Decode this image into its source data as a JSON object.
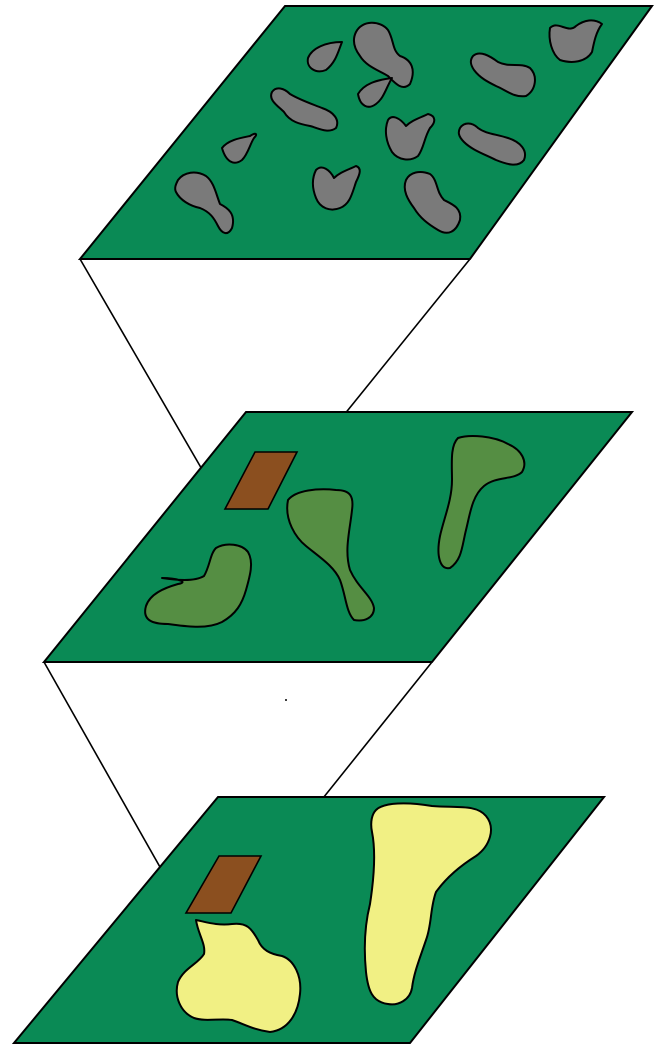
{
  "colors": {
    "plane": "#0a8a55",
    "top_blob": "#7a7a7a",
    "middle_blob": "#558e43",
    "bottom_blob": "#f1f084",
    "patch": "#8b4f1f",
    "outline": "#000000"
  },
  "layers": [
    {
      "name": "top-layer",
      "feature_count": 12
    },
    {
      "name": "middle-layer",
      "feature_count": 3
    },
    {
      "name": "bottom-layer",
      "feature_count": 2
    }
  ]
}
